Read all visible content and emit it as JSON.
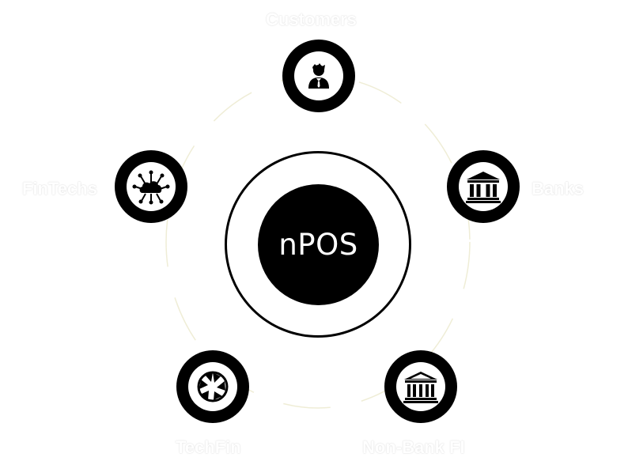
{
  "center": {
    "label": "nPOS"
  },
  "nodes": [
    {
      "id": "customers",
      "label": "Customers",
      "icon": "customer-icon"
    },
    {
      "id": "banks",
      "label": "Banks",
      "icon": "bank-icon"
    },
    {
      "id": "nonbank",
      "label": "Non-Bank FI",
      "icon": "institution-icon"
    },
    {
      "id": "techfin",
      "label": "TechFin",
      "icon": "aperture-icon"
    },
    {
      "id": "fintechs",
      "label": "FinTechs",
      "icon": "cloud-network-icon"
    }
  ],
  "colors": {
    "node": "#000000",
    "inner": "#ffffff",
    "orbit": "#e9e6c8",
    "label": "#ffffff"
  }
}
